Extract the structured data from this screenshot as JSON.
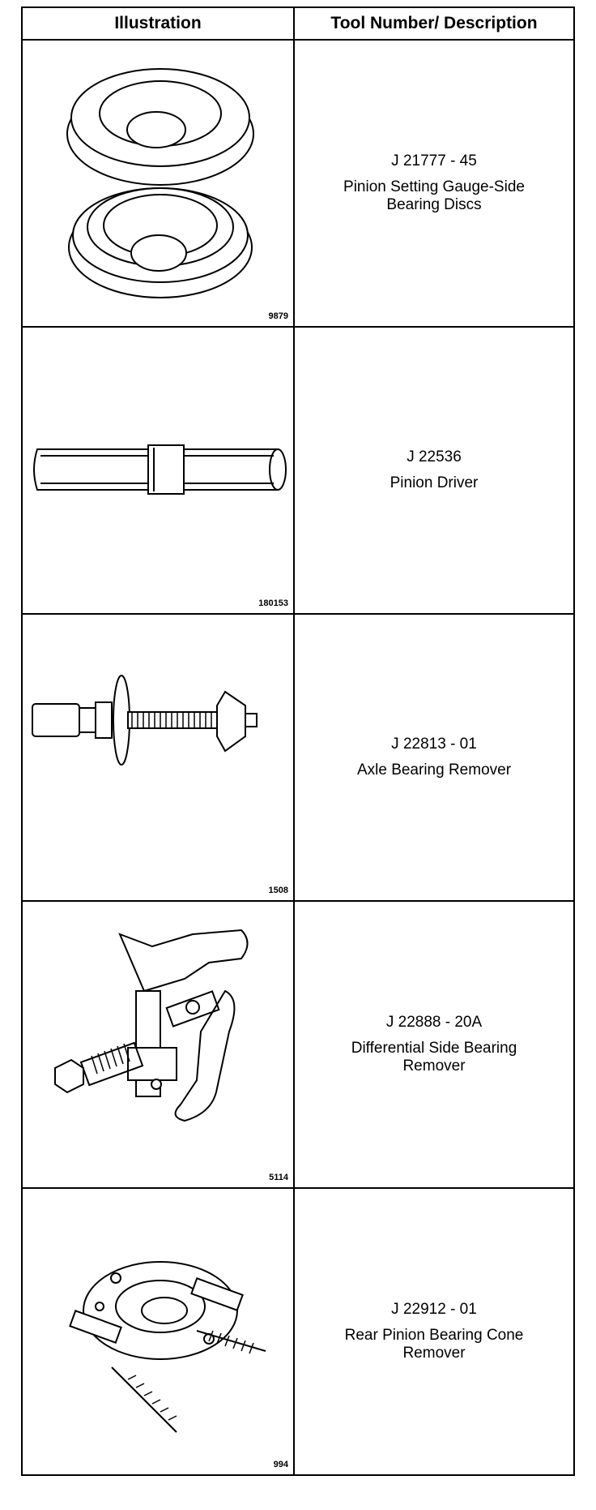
{
  "headers": {
    "illustration": "Illustration",
    "tool": "Tool Number/ Description"
  },
  "rows": [
    {
      "figure": "9879",
      "number": "J 21777 - 45",
      "name": "Pinion Setting Gauge-Side Bearing Discs"
    },
    {
      "figure": "180153",
      "number": "J 22536",
      "name": "Pinion Driver"
    },
    {
      "figure": "1508",
      "number": "J 22813 - 01",
      "name": "Axle Bearing Remover"
    },
    {
      "figure": "5114",
      "number": "J 22888 - 20A",
      "name": "Differential Side Bearing Remover"
    },
    {
      "figure": "994",
      "number": "J 22912 - 01",
      "name": "Rear Pinion Bearing Cone Remover"
    }
  ]
}
